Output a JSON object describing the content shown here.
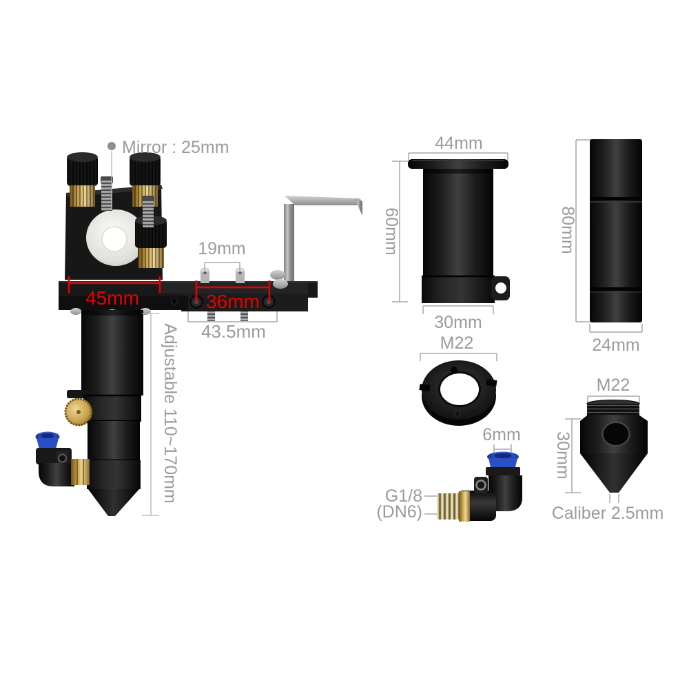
{
  "image_type": "laser head parts dimension diagram",
  "colors": {
    "background": "#ffffff",
    "dimension_text": "#9b9b9b",
    "highlight_dimension": "#e60000",
    "brass": "#c9a24b",
    "fitting_blue": "#2f55cf",
    "part_black": "#1a1a1a"
  },
  "main_assembly": {
    "mirror_label": "Mirror : 25mm",
    "screw_spacing": "19mm",
    "mount_width": "45mm",
    "hole_spacing": "36mm",
    "base_plate_width": "43.5mm",
    "adjustable_range": "Adjustable 110~170mm"
  },
  "parts": {
    "flanged_tube": {
      "flange_diameter": "44mm",
      "height": "60mm",
      "body_diameter": "30mm"
    },
    "lens_tube": {
      "height": "80mm",
      "diameter": "24mm"
    },
    "ring_nut": {
      "thread": "M22"
    },
    "air_fitting": {
      "tube_diameter": "6mm",
      "thread": "G1/8",
      "thread_alt": "(DN6)"
    },
    "nozzle": {
      "thread": "M22",
      "height": "30mm",
      "caliber": "Caliber 2.5mm"
    }
  }
}
